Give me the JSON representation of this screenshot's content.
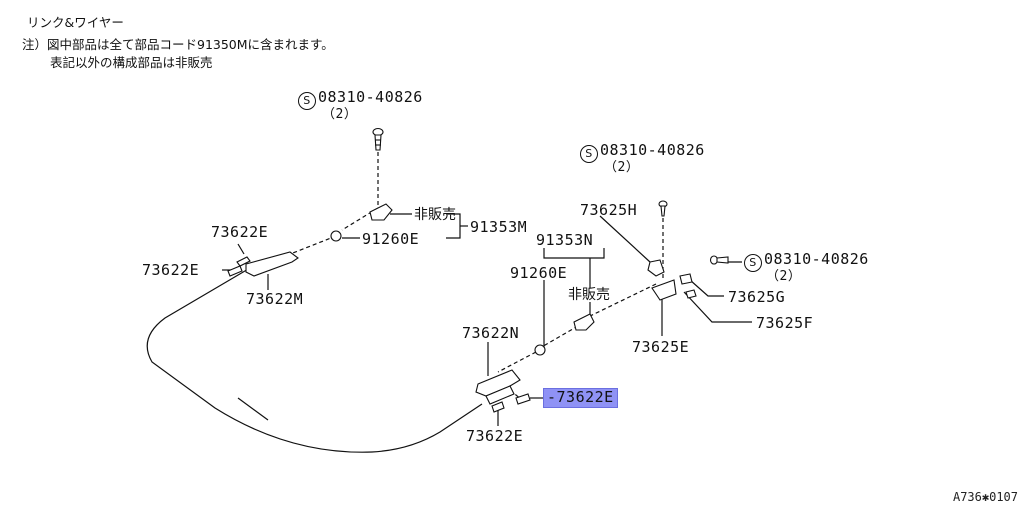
{
  "header": {
    "title": "リンク&ワイヤー",
    "note_line1": "注）図中部品は全て部品コード91350Mに含まれます。",
    "note_line2": "表記以外の構成部品は非販売"
  },
  "parts": {
    "s_bolt_top": {
      "symbol": "S",
      "code": "08310-40826",
      "qty": "（2）"
    },
    "s_bolt_right_top": {
      "symbol": "S",
      "code": "08310-40826",
      "qty": "（2）"
    },
    "s_bolt_right": {
      "symbol": "S",
      "code": "08310-40826",
      "qty": "（2）"
    },
    "p73622E_a": "73622E",
    "p73622E_b": "73622E",
    "p73622M": "73622M",
    "p91260E_a": "91260E",
    "p91353M": "91353M",
    "not_sold_a": "非販売",
    "p73625H": "73625H",
    "p91353N": "91353N",
    "p91260E_b": "91260E",
    "not_sold_b": "非販売",
    "p73625G": "73625G",
    "p73625F": "73625F",
    "p73625E": "73625E",
    "p73622N": "73622N",
    "p73622E_highlight": "-73622E",
    "p73622E_c": "73622E"
  },
  "highlight_color": "#8f92f5",
  "figure_code": "A736✱0107"
}
